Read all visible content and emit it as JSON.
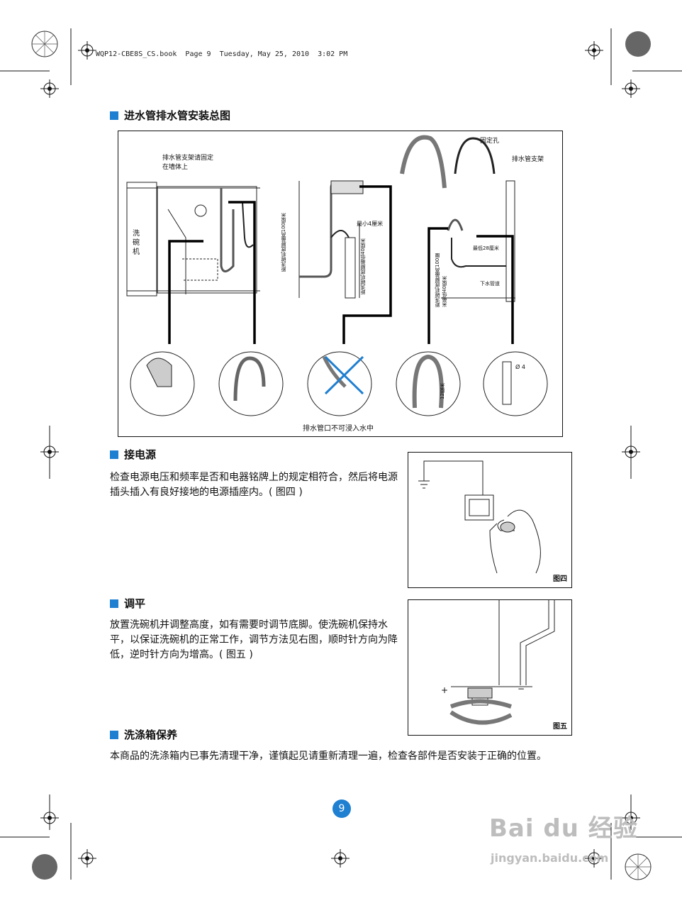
{
  "header_text": "WQP12-CBE8S_CS.book  Page 9  Tuesday, May 25, 2010  3:02 PM",
  "sections": {
    "install": {
      "title": "进水管排水管安装总图",
      "labels": {
        "wall_bracket": "排水管支架请固定在墙体上",
        "dishwasher": "洗碗机",
        "max_height": "距洗碗机底脚最高100厘米",
        "min_4": "最小4厘米",
        "min_40": "距洗碗机底脚最低40厘米",
        "fix_hole": "固定孔",
        "drain_bracket": "排水管支架",
        "range_right": "距洗碗机底脚最高100厘米最低40厘米",
        "min_28": "最低28厘米",
        "drain_pipe": "下水管道",
        "phi4": "Ø 4",
        "twelve_cm": "12厘米",
        "no_immerse": "排水管口不可浸入水中"
      }
    },
    "power": {
      "title": "接电源",
      "text": "检查电源电压和频率是否和电器铭牌上的规定相符合，然后将电源插头插入有良好接地的电源插座内。( 图四 )",
      "fig_caption": "图四"
    },
    "level": {
      "title": "调平",
      "text": "放置洗碗机并调整高度，如有需要时调节底脚。使洗碗机保持水平，以保证洗碗机的正常工作，调节方法见右图，顺时针方向为降低，逆时针方向为增高。( 图五 )",
      "plus": "+",
      "minus": "−",
      "fig_caption": "图五"
    },
    "care": {
      "title": "洗涤箱保养",
      "text": "本商品的洗涤箱内已事先清理干净，谨慎起见请重新清理一遍，检查各部件是否安装于正确的位置。"
    }
  },
  "page_number": "9",
  "watermark": {
    "brand": "Bai du 经验",
    "url": "jingyan.baidu.com"
  },
  "colors": {
    "accent": "#1f7fd1"
  }
}
